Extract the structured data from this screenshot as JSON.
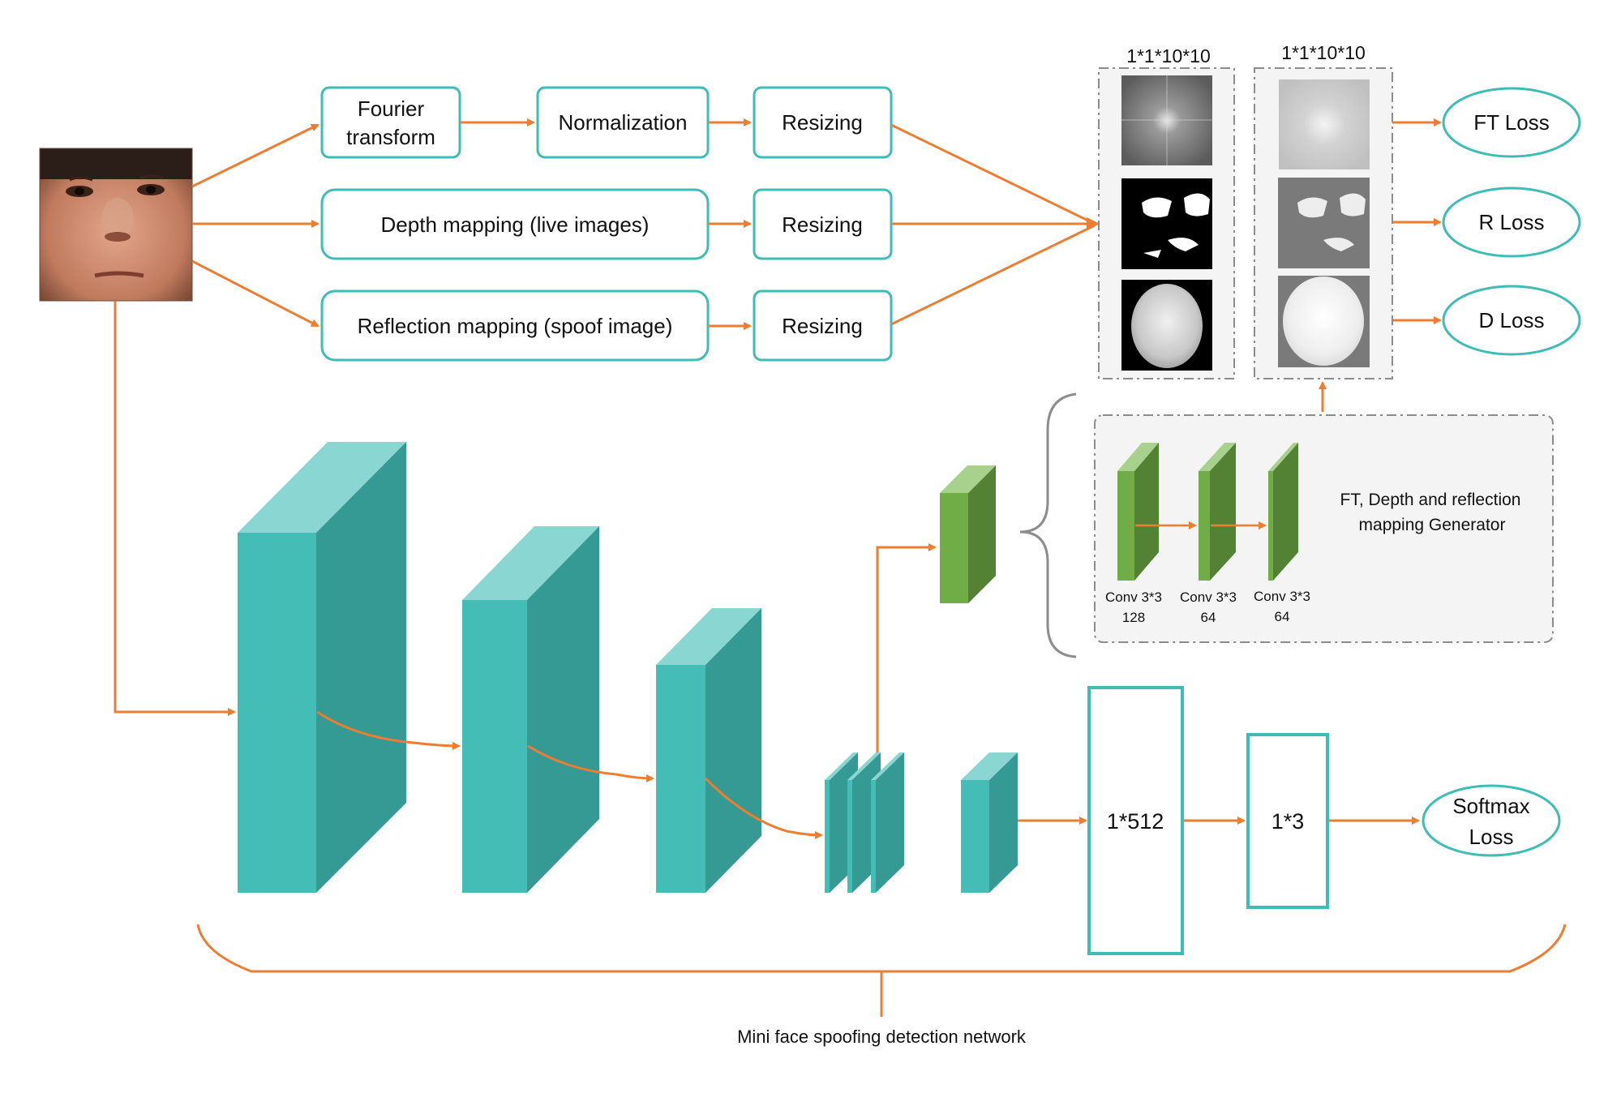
{
  "pipeline": {
    "fourier": [
      "Fourier",
      "transform"
    ],
    "normalization": "Normalization",
    "resizing": "Resizing",
    "depth": "Depth mapping (live images)",
    "reflection": "Reflection mapping (spoof image)"
  },
  "maps": {
    "label_left": "1*1*10*10",
    "label_right": "1*1*10*10"
  },
  "losses": {
    "ft": "FT Loss",
    "r": "R Loss",
    "d": "D Loss",
    "softmax": [
      "Softmax",
      "Loss"
    ]
  },
  "generator": {
    "title": [
      "FT, Depth and reflection",
      "mapping Generator"
    ],
    "conv1": [
      "Conv 3*3",
      "128"
    ],
    "conv2": [
      "Conv 3*3",
      "64"
    ],
    "conv3": [
      "Conv 3*3",
      "64"
    ]
  },
  "fc": {
    "fc1": "1*512",
    "fc2": "1*3"
  },
  "network_label": "Mini face spoofing detection network",
  "colors": {
    "arrow": "#ed7d31",
    "box_border": "#3dbdb5",
    "teal_front": "#43bdb6",
    "teal_side": "#359a94",
    "teal_top": "#8ad6d2",
    "green_front": "#70ad47",
    "green_side": "#548235",
    "green_top": "#a9d18e",
    "dash": "#8c8c8c"
  }
}
